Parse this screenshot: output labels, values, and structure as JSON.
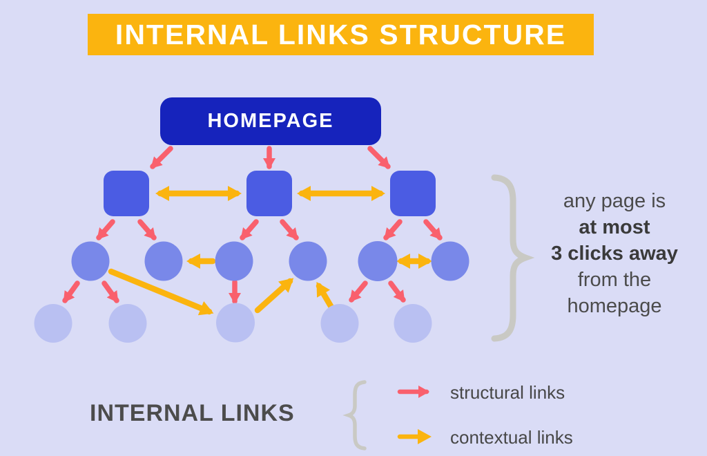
{
  "title": "INTERNAL LINKS STRUCTURE",
  "tree": {
    "homepage_label": "HOMEPAGE",
    "level2_nodes": 3,
    "level3_nodes": 6,
    "level4_nodes": 5
  },
  "annotation": {
    "lines": [
      "any page is",
      "at most",
      "3 clicks away",
      "from the",
      "homepage"
    ]
  },
  "legend": {
    "title": "INTERNAL LINKS",
    "items": [
      {
        "label": "structural links",
        "color": "#F9606D"
      },
      {
        "label": "contextual links",
        "color": "#FBB40F"
      }
    ]
  },
  "colors": {
    "background": "#DADCF6",
    "title_banner": "#FBB40F",
    "homepage_node": "#1623BC",
    "level2_node": "#4B5CE3",
    "level3_node": "#7988E9",
    "level4_node": "#B9C0F2",
    "structural_link": "#F9606D",
    "contextual_link": "#FBB40F",
    "annotation_text": "#4B4B4B",
    "brace": "#C9C9C4"
  }
}
